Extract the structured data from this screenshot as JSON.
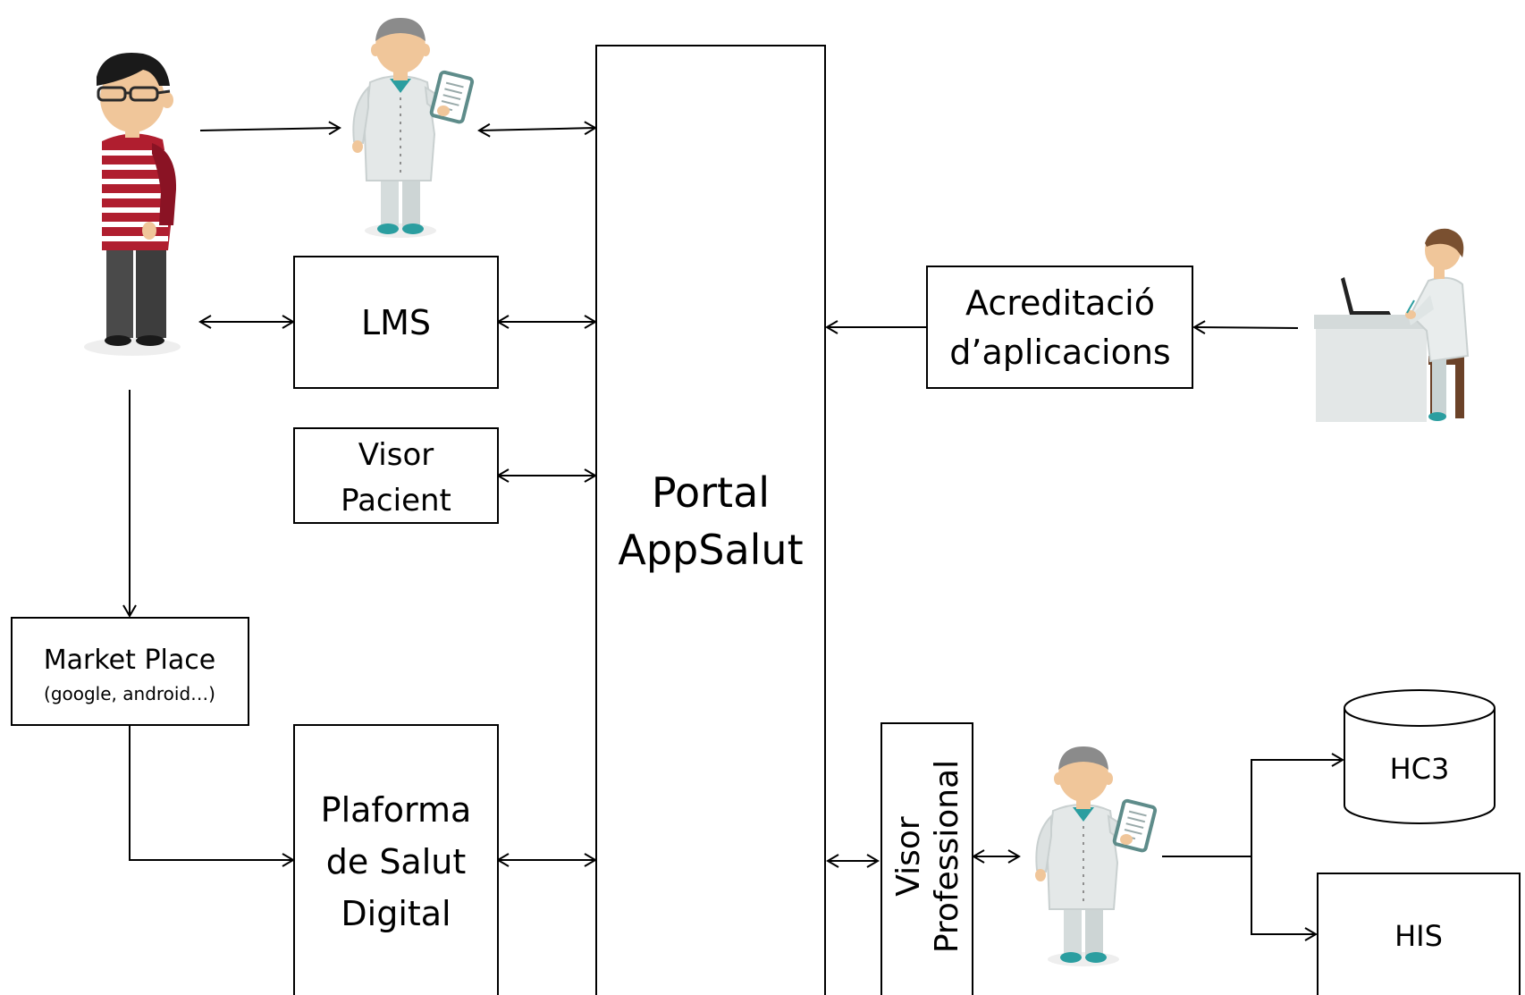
{
  "nodes": {
    "lms": "LMS",
    "visor_pacient": [
      "Visor",
      "Pacient"
    ],
    "portal": [
      "Portal",
      "AppSalut"
    ],
    "acreditacio": [
      "Acreditació",
      "d’aplicacions"
    ],
    "market_place": "Market Place",
    "market_place_sub": "(google, android…)",
    "plataforma": [
      "Plaforma",
      "de Salut",
      "Digital"
    ],
    "visor_professional": [
      "Visor",
      "Professional"
    ],
    "hc3": "HC3",
    "his": "HIS"
  },
  "icons": {
    "patient": "patient-figure-icon",
    "doctor_top": "doctor-with-tablet-icon",
    "doctor_bottom": "doctor-with-tablet-icon",
    "doctor_desk": "doctor-at-desk-icon"
  },
  "colors": {
    "line": "#000000",
    "skin": "#f0c69a",
    "coat": "#e4e8e8",
    "coat_shadow": "#c9d0d0",
    "stripe_red": "#b01e2f",
    "dark_red": "#8a1324",
    "pants": "#4a4a4a",
    "hair_grey": "#8b8b8b",
    "teal": "#2b9ea0",
    "chair": "#6b4228"
  }
}
